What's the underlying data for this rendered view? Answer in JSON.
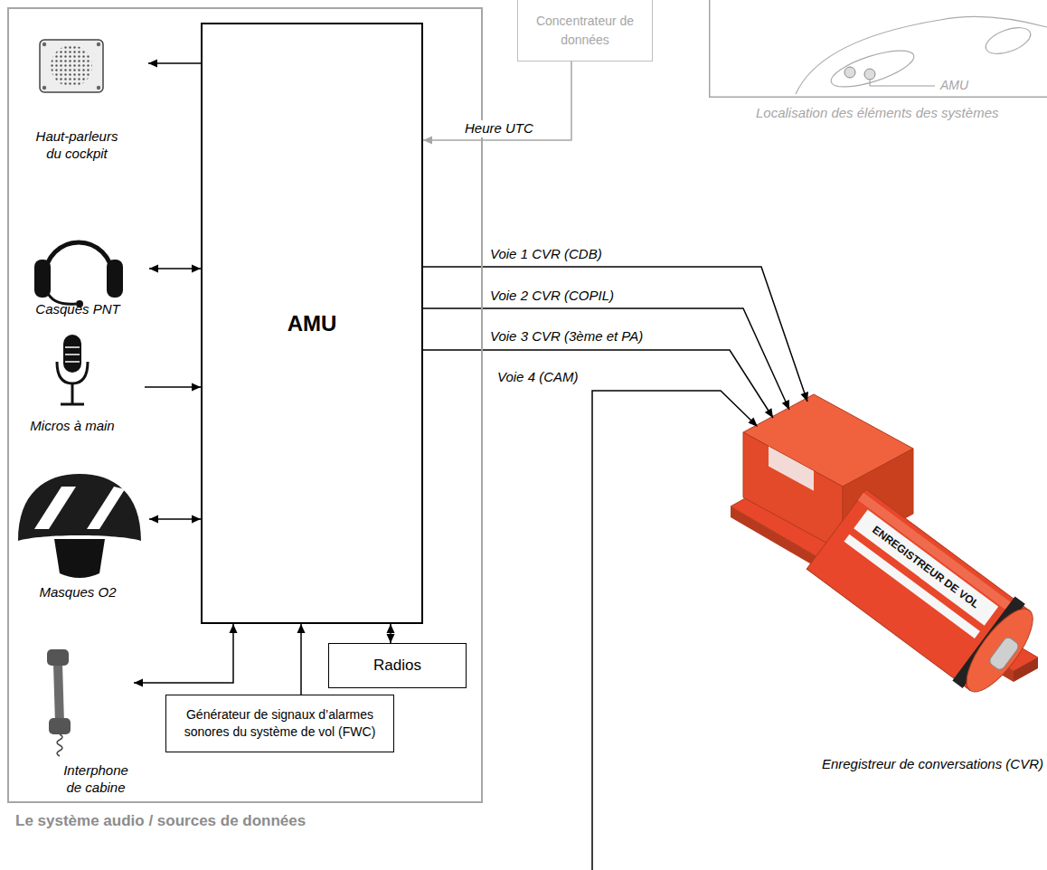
{
  "diagram": {
    "nodes": [
      {
        "text": [
          "Le système audio / sources de données"
        ]
      },
      {
        "text": [
          "Haut-parleurs du cockpit"
        ],
        "in": 0
      },
      {
        "text": [
          "AMU"
        ],
        "in": 0
      },
      {
        "text": [
          "Casques PNT"
        ],
        "in": 0
      },
      {
        "text": [
          "Micros à main"
        ],
        "in": 0
      },
      {
        "text": [
          "Masques O2"
        ],
        "in": 0
      },
      {
        "text": [
          "Interphone de cabine"
        ],
        "in": 0
      },
      {
        "text": [
          "Radios"
        ],
        "in": 0
      },
      {
        "text": [
          "Générateur de signaux d’alarmes sonores du système de vol (FWC)"
        ],
        "in": 0
      },
      {
        "text": [
          "Concentrateur de données"
        ]
      },
      {
        "text": [
          "Localisation des éléments des systèmes"
        ]
      },
      {
        "text": [
          "Enregistreur de conversations (CVR)"
        ]
      }
    ],
    "edges": [
      {
        "from": 2,
        "to": 1,
        "arrow": "to"
      },
      {
        "from": 2,
        "to": 3,
        "arrow": "both"
      },
      {
        "from": 4,
        "to": 2,
        "arrow": "to"
      },
      {
        "from": 2,
        "to": 5,
        "arrow": "both"
      },
      {
        "from": 2,
        "to": 6,
        "arrow": "both"
      },
      {
        "from": 8,
        "to": 2,
        "arrow": "to"
      },
      {
        "from": 2,
        "to": 7,
        "arrow": "both"
      },
      {
        "from": 9,
        "to": 2,
        "arrow": "to",
        "label": "Heure UTC"
      },
      {
        "from": 2,
        "to": 11,
        "arrow": "to",
        "label": "Voie 1 CVR (CDB)"
      },
      {
        "from": 2,
        "to": 11,
        "arrow": "to",
        "label": "Voie 2 CVR (COPIL)"
      },
      {
        "from": 2,
        "to": 11,
        "arrow": "to",
        "label": "Voie 3 CVR (3ème et PA)"
      }
    ],
    "labels": [
      "AMU",
      "Voie 4 (CAM)",
      "ENREGISTREUR DE VOL"
    ]
  }
}
